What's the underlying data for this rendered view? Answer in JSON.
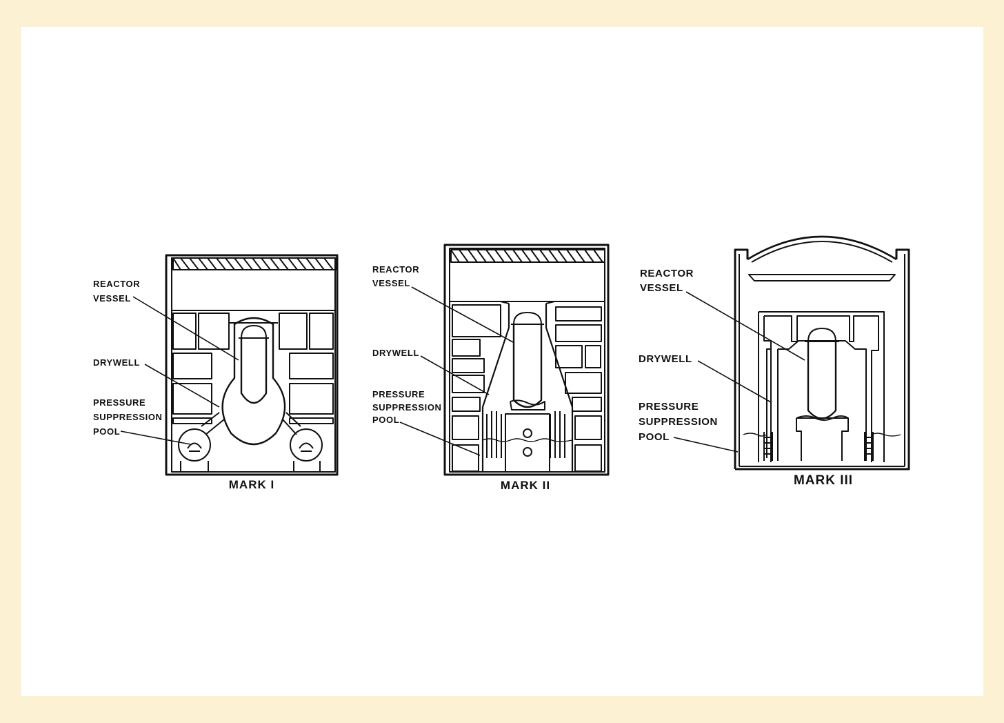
{
  "colors": {
    "page_background": "#fdf1d4",
    "sheet": "#ffffff",
    "ink": "#111111"
  },
  "mark1": {
    "caption": "MARK I",
    "reactor_vessel_line1": "REACTOR",
    "reactor_vessel_line2": "VESSEL",
    "drywell": "DRYWELL",
    "pool_line1": "PRESSURE",
    "pool_line2": "SUPPRESSION",
    "pool_line3": "POOL"
  },
  "mark2": {
    "caption": "MARK II",
    "reactor_vessel_line1": "REACTOR",
    "reactor_vessel_line2": "VESSEL",
    "drywell": "DRYWELL",
    "pool_line1": "PRESSURE",
    "pool_line2": "SUPPRESSION",
    "pool_line3": "POOL"
  },
  "mark3": {
    "caption": "MARK III",
    "reactor_vessel_line1": "REACTOR",
    "reactor_vessel_line2": "VESSEL",
    "drywell": "DRYWELL",
    "pool_line1": "PRESSURE",
    "pool_line2": "SUPPRESSION",
    "pool_line3": "POOL"
  }
}
